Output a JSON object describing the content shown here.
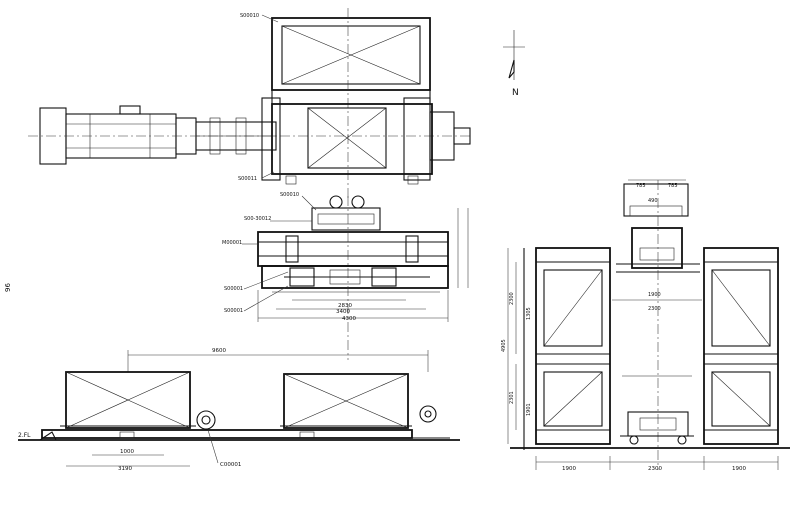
{
  "north": {
    "label": "N"
  },
  "plan_view": {
    "part_top": "S00010",
    "part_bottom": "S00011"
  },
  "elevation_view": {
    "part_a": "S00010",
    "part_b": "S00-30012",
    "part_c": "M00001",
    "part_d": "S00001",
    "part_e": "S00001",
    "dim_width": "4300",
    "dim_inner": "2830",
    "dim_span": "3400"
  },
  "left_edge_label": "96",
  "side_view": {
    "dim_span": "9600",
    "dim_a": "1000",
    "dim_b": "3190",
    "floor_label": "2.FL",
    "part_label": "C00001"
  },
  "end_view": {
    "dim_top_a": "785",
    "dim_top_b": "785",
    "dim_top_c": "490",
    "dim_total_h": "4905",
    "dim_h1": "2300",
    "dim_h2": "2301",
    "dim_h3": "1305",
    "dim_h4": "1901",
    "dim_mid": "2300",
    "dim_base_l": "1900",
    "dim_base_c": "2300",
    "dim_base_r": "1900",
    "dim_gap": "1900"
  }
}
